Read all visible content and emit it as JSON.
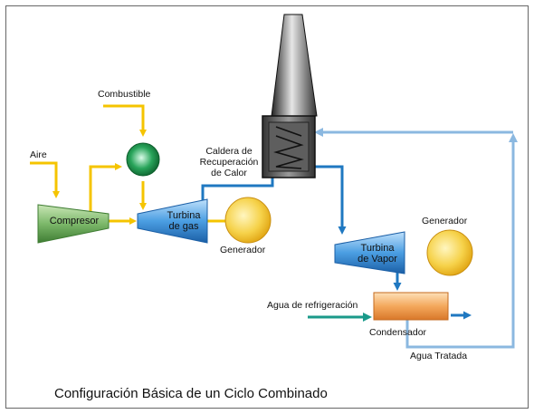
{
  "labels": {
    "combustible": "Combustible",
    "aire": "Aire",
    "compresor": "Compresor",
    "turbina_gas_1": "Turbina",
    "turbina_gas_2": "de gas",
    "generador_1": "Generador",
    "caldera_1": "Caldera de",
    "caldera_2": "Recuperación",
    "caldera_3": "de Calor",
    "turbina_vapor_1": "Turbina",
    "turbina_vapor_2": "de Vapor",
    "generador_2": "Generador",
    "agua_refrigeracion": "Agua de refrigeración",
    "condensador": "Condensador",
    "agua_tratada": "Agua Tratada"
  },
  "caption": "Configuración Básica de un Ciclo Combinado",
  "colors": {
    "fuel_line": "#f5c400",
    "steam_line": "#1f78c1",
    "return_line": "#8bb8e0",
    "cooling_line": "#1a9a8a",
    "compressor": "#7cb86a",
    "turbine": "#3c8fd6",
    "generator": "#f2c12e",
    "condenser": "#f3a55a",
    "stack": "#444444"
  }
}
